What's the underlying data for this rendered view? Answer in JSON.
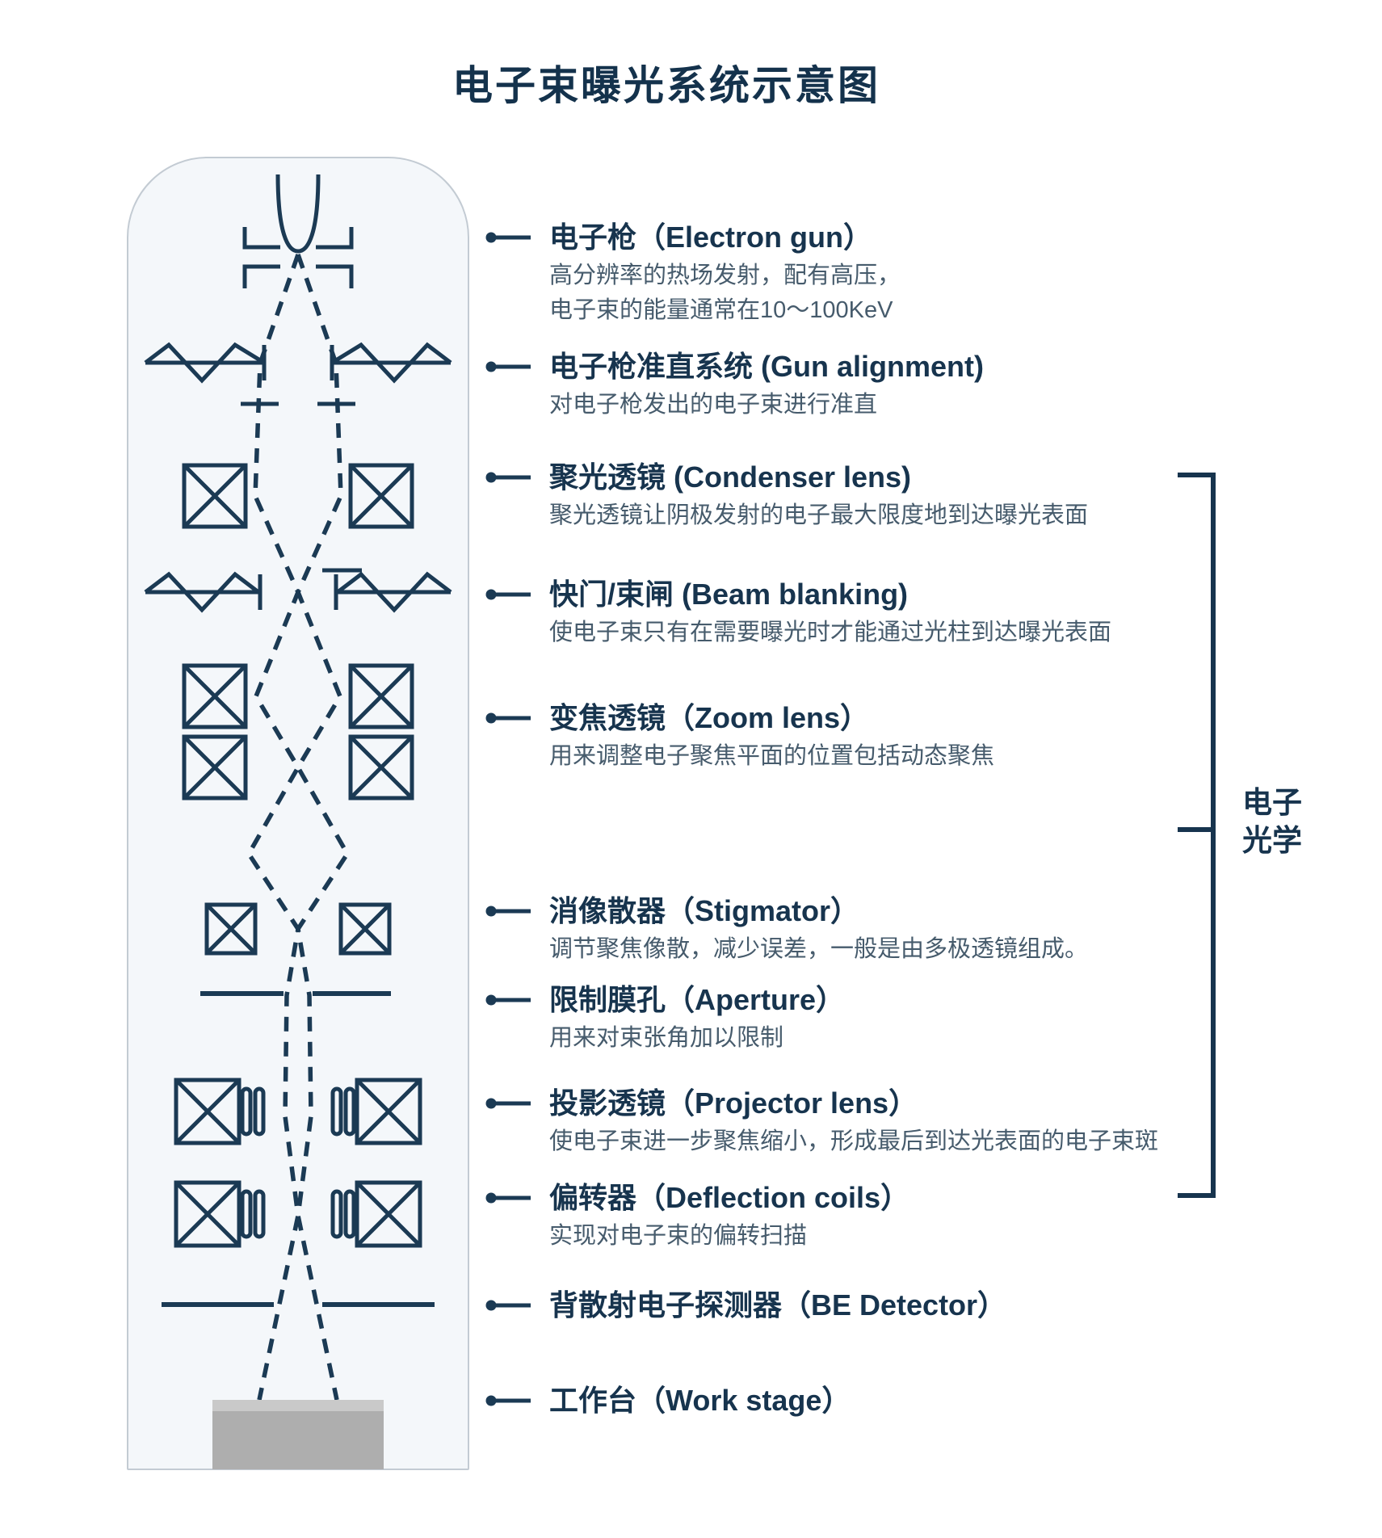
{
  "title": "电子束曝光系统示意图",
  "sections": [
    {
      "id": "electron-gun",
      "title": "电子枪（Electron gun）",
      "desc": [
        "高分辨率的热场发射，配有高压，",
        "电子束的能量通常在10～100KeV"
      ]
    },
    {
      "id": "gun-alignment",
      "title": "电子枪准直系统 (Gun alignment)",
      "desc": [
        "对电子枪发出的电子束进行准直"
      ]
    },
    {
      "id": "condenser-lens",
      "title": "聚光透镜 (Condenser lens)",
      "desc": [
        "聚光透镜让阴极发射的电子最大限度地到达曝光表面"
      ]
    },
    {
      "id": "beam-blanking",
      "title": "快门/束闸 (Beam blanking)",
      "desc": [
        "使电子束只有在需要曝光时才能通过光柱到达曝光表面"
      ]
    },
    {
      "id": "zoom-lens",
      "title": "变焦透镜（Zoom lens）",
      "desc": [
        "用来调整电子聚焦平面的位置包括动态聚焦"
      ]
    },
    {
      "id": "stigmator",
      "title": "消像散器（Stigmator）",
      "desc": [
        "调节聚焦像散，减少误差，一般是由多极透镜组成。"
      ]
    },
    {
      "id": "aperture",
      "title": "限制膜孔（Aperture）",
      "desc": [
        "用来对束张角加以限制"
      ]
    },
    {
      "id": "projector-lens",
      "title": "投影透镜（Projector lens）",
      "desc": [
        "使电子束进一步聚焦缩小，形成最后到达光表面的电子束斑"
      ]
    },
    {
      "id": "deflection-coils",
      "title": "偏转器（Deflection coils）",
      "desc": [
        "实现对电子束的偏转扫描"
      ]
    },
    {
      "id": "be-detector",
      "title": "背散射电子探测器（BE Detector）",
      "desc": []
    },
    {
      "id": "work-stage",
      "title": "工作台（Work stage）",
      "desc": []
    }
  ],
  "bracket": {
    "label_line1": "电子",
    "label_line2": "光学"
  },
  "colors": {
    "navy_text": "#17344E",
    "desc_text": "#465B6C",
    "stroke_navy": "#1B3A54",
    "column_bg": "#F4F7FA",
    "column_border": "#C3CBD3",
    "stage_gray": "#AEAEAE",
    "stage_gray_light": "#C9C9C9"
  }
}
